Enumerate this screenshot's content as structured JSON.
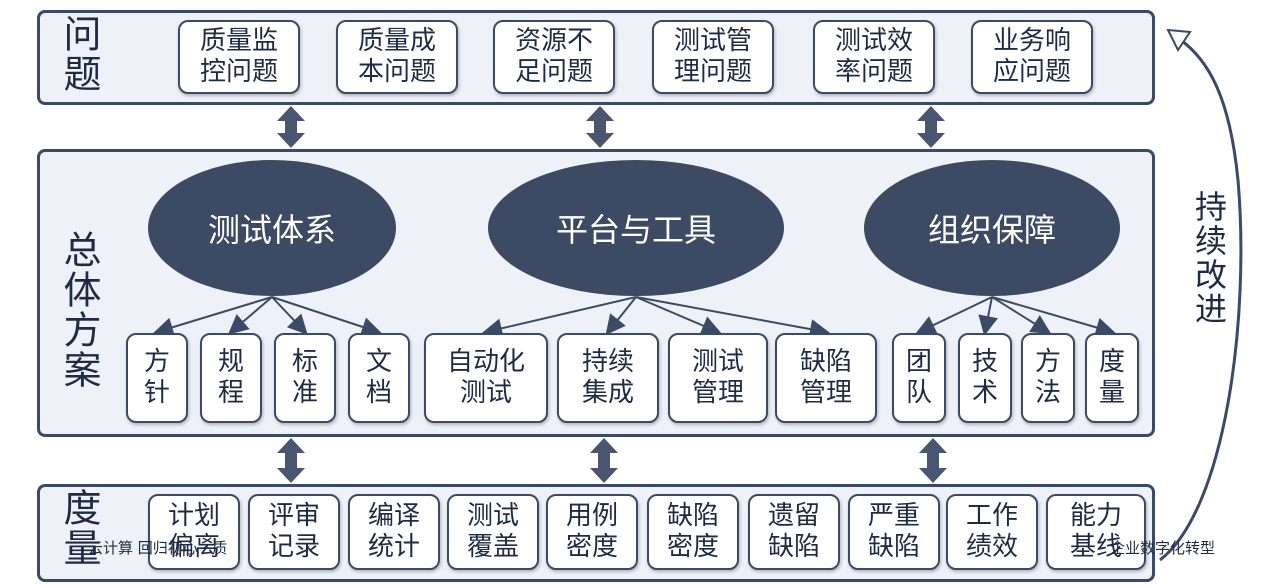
{
  "problems": {
    "label": "问题",
    "items": [
      "质量监\n控问题",
      "质量成\n本问题",
      "资源不\n足问题",
      "测试管\n理问题",
      "测试效\n率问题",
      "业务响\n应问题"
    ]
  },
  "solution": {
    "label": "总体方案",
    "pillars": [
      "测试体系",
      "平台与工具",
      "组织保障"
    ],
    "system_items": [
      "方\n针",
      "规\n程",
      "标\n准",
      "文\n档"
    ],
    "platform_items": [
      "自动化\n测试",
      "持续\n集成",
      "测试\n管理",
      "缺陷\n管理"
    ],
    "org_items": [
      "团\n队",
      "技\n术",
      "方\n法",
      "度\n量"
    ]
  },
  "metrics": {
    "label": "度量",
    "items": [
      "计划\n偏离",
      "评审\n记录",
      "编译\n统计",
      "测试\n覆盖",
      "用例\n密度",
      "缺陷\n密度",
      "遗留\n缺陷",
      "严重\n缺陷",
      "工作\n绩效",
      "能力\n基线"
    ]
  },
  "cycle": {
    "label": "持续改进"
  },
  "watermark": {
    "left": "云计算 回归初心 · 质",
    "right": "企业数字化转型"
  },
  "colors": {
    "border": "#3b4a66",
    "ellipse": "#3d4a63",
    "band_bg": "#eef2f8",
    "arrow": "#4a5670"
  }
}
